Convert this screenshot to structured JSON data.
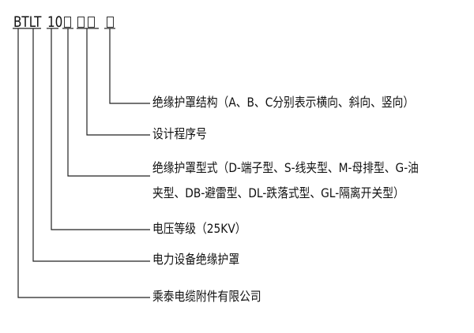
{
  "code": {
    "prefix": "BTLT",
    "voltage": "10",
    "placeholder_icon": "empty-box"
  },
  "labels": {
    "structure": "绝缘护罩结构（A、B、C分别表示横向、斜向、竖向）",
    "design_seq": "设计程序号",
    "type_line1": "绝缘护罩型式（D-端子型、S-线夹型、M-母排型、G-油",
    "type_line2": "夹型、DB-避雷型、DL-跌落式型、GL-隔离开关型）",
    "voltage_grade": "电压等级（25KV）",
    "product": "电力设备绝缘护罩",
    "company": "乘泰电缆附件有限公司"
  }
}
